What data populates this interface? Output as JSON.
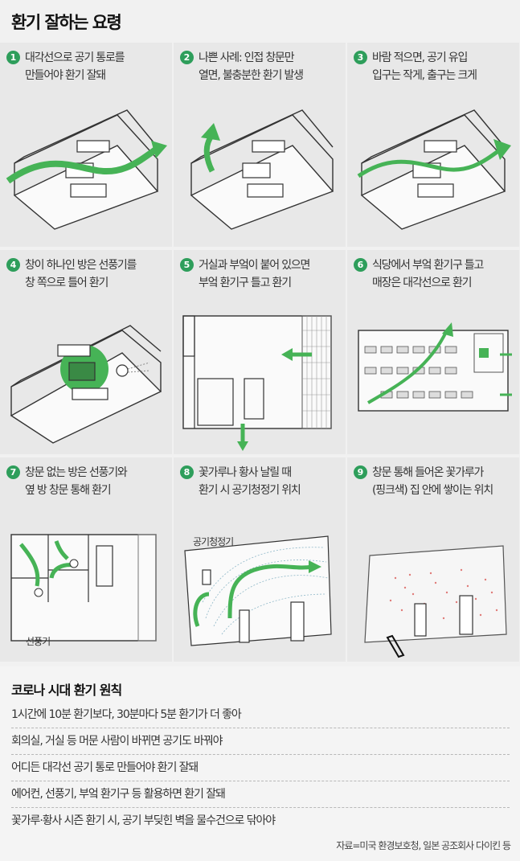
{
  "title": "환기 잘하는 요령",
  "panels": [
    {
      "num": "1",
      "line1": "대각선으로 공기 통로를",
      "line2": "만들어야 환기 잘돼"
    },
    {
      "num": "2",
      "line1": "나쁜 사례: 인접 창문만",
      "line2": "열면, 불충분한 환기 발생"
    },
    {
      "num": "3",
      "line1": "바람 적으면, 공기 유입",
      "line2": "입구는 작게, 출구는 크게"
    },
    {
      "num": "4",
      "line1": "창이 하나인 방은 선풍기를",
      "line2": "창 쪽으로 틀어 환기"
    },
    {
      "num": "5",
      "line1": "거실과 부엌이 붙어 있으면",
      "line2": "부엌 환기구 틀고 환기"
    },
    {
      "num": "6",
      "line1": "식당에서 부엌 환기구 틀고",
      "line2": "매장은 대각선으로 환기"
    },
    {
      "num": "7",
      "line1": "창문 없는 방은 선풍기와",
      "line2": "옆 방 창문 통해 환기"
    },
    {
      "num": "8",
      "line1": "꽃가루나 황사 날릴 때",
      "line2": "환기 시 공기청정기 위치"
    },
    {
      "num": "9",
      "line1": "창문 통해 들어온 꽃가루가",
      "line2": "(핑크색) 집 안에 쌓이는 위치"
    }
  ],
  "labels": {
    "fan": "선풍기",
    "purifier": "공기청정기"
  },
  "rules": {
    "heading": "코로나 시대 환기 원칙",
    "items": [
      "1시간에 10분 환기보다, 30분마다 5분 환기가 더 좋아",
      "회의실, 거실 등 머문 사람이 바뀌면 공기도 바꿔야",
      "어디든 대각선 공기 통로 만들어야 환기 잘돼",
      "에어컨, 선풍기, 부엌 환기구 등 활용하면 환기 잘돼",
      "꽃가루·황사 시즌 환기 시, 공기 부딪힌 벽을 물수건으로 닦아야"
    ]
  },
  "source": "자료=미국 환경보호청, 일본 공조회사 다이킨 등",
  "colors": {
    "accent_green": "#2e9e5b",
    "arrow_green": "#46b356",
    "pollen_pink": "#d9534f",
    "panel_bg": "#e8e8e8"
  }
}
